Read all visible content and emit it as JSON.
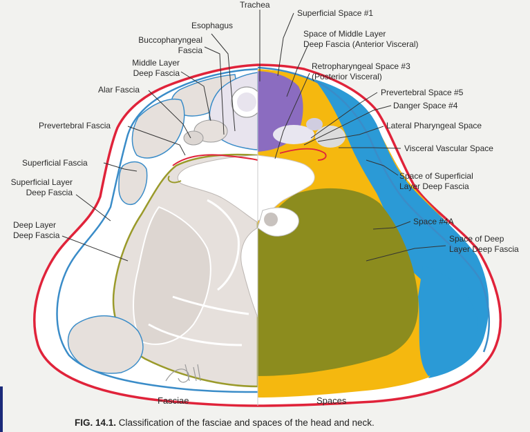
{
  "labels": {
    "trachea": "Trachea",
    "esophagus": "Esophagus",
    "buccopharyngeal_1": "Buccopharyngeal",
    "buccopharyngeal_2": "Fascia",
    "middle_layer_1": "Middle Layer",
    "middle_layer_2": "Deep Fascia",
    "alar": "Alar Fascia",
    "prevertebral_fascia": "Prevertebral Fascia",
    "superficial_fascia": "Superficial Fascia",
    "superficial_layer_1": "Superficial Layer",
    "superficial_layer_2": "Deep Fascia",
    "deep_layer_1": "Deep Layer",
    "deep_layer_2": "Deep Fascia",
    "superficial_space": "Superficial Space #1",
    "middle_space_1": "Space of Middle Layer",
    "middle_space_2": "Deep Fascia (Anterior Visceral)",
    "retro_1": "Retropharyngeal Space #3",
    "retro_2": "(Posterior Visceral)",
    "prevertebral_space": "Prevertebral Space #5",
    "danger": "Danger Space #4",
    "lateral_pharyngeal": "Lateral Pharyngeal Space",
    "visceral_vascular": "Visceral Vascular Space",
    "superficial_space_deep_1": "Space of Superficial",
    "superficial_space_deep_2": "Layer Deep Fascia",
    "space4a": "Space #4A",
    "deep_space_1": "Space of Deep",
    "deep_space_2": "Layer Deep Fascia",
    "fasciae": "Fasciae",
    "spaces": "Spaces",
    "signature": "Gm"
  },
  "caption": {
    "fig": "FIG. 14.1.",
    "text": "Classification of the fasciae and spaces of the head and neck."
  },
  "colors": {
    "red_line": "#e0233a",
    "blue_line": "#3a8cc8",
    "olive_line": "#9a9a2a",
    "purple": "#8b6cc0",
    "cyan": "#2b9ad6",
    "yellow": "#f5b80f",
    "olive": "#8c8c1e",
    "tissue": "#e6e0dc"
  }
}
